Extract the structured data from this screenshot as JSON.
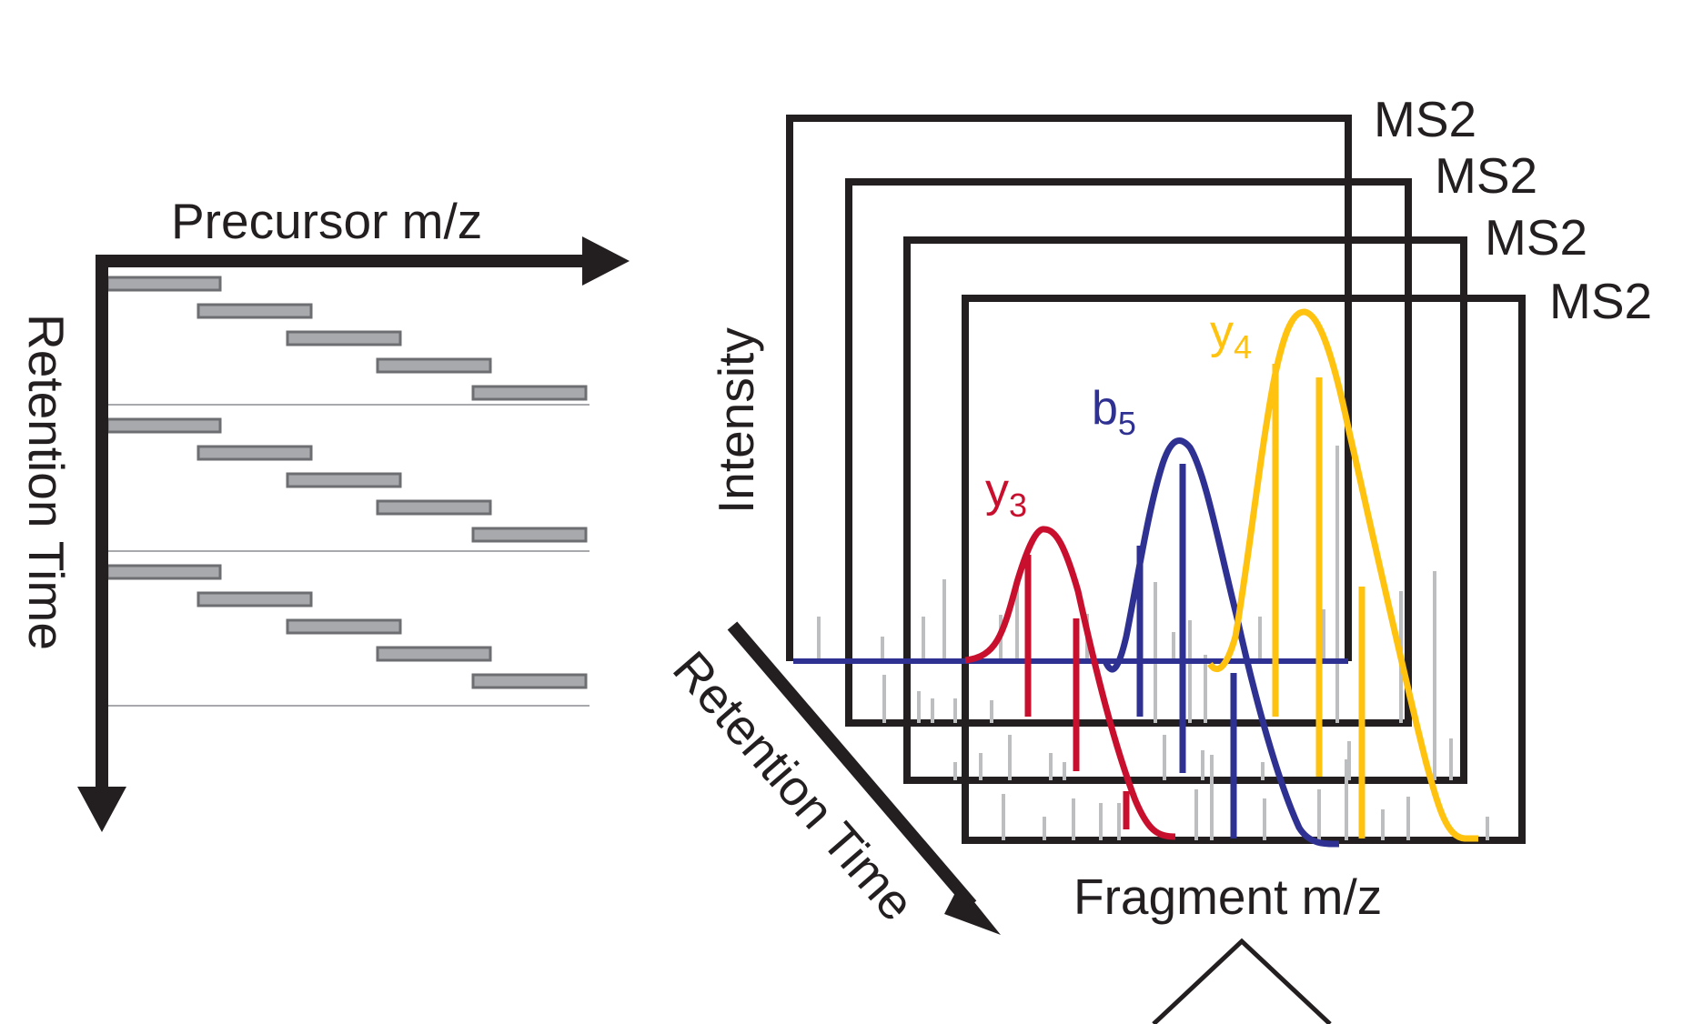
{
  "left_panel": {
    "x_axis_label": "Precursor m/z",
    "y_axis_label": "Retention Time",
    "cycles": 3,
    "windows_per_cycle": 5
  },
  "right_panel": {
    "spectrum_labels": [
      "MS2",
      "MS2",
      "MS2",
      "MS2"
    ],
    "y_axis_label": "Intensity",
    "x_axis_label": "Fragment m/z",
    "diagonal_axis_label": "Retention Time",
    "ions": [
      {
        "name": "y",
        "sub": "3",
        "color": "#c8102e"
      },
      {
        "name": "b",
        "sub": "5",
        "color": "#2e3192"
      },
      {
        "name": "y",
        "sub": "4",
        "color": "#ffc20e"
      }
    ]
  },
  "colors": {
    "axis": "#231f20",
    "window_fill": "#a7a9ac",
    "window_stroke": "#6d6e71",
    "noise_peak": "#bcbec0",
    "cycle_rule": "#a7a9ac"
  }
}
